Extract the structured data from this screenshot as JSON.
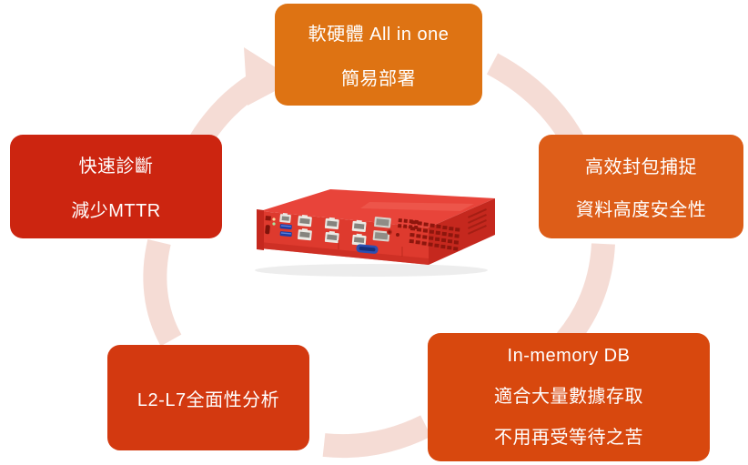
{
  "diagram": {
    "type": "cycle",
    "title": "",
    "colors": {
      "top_box": "#DE7313",
      "left_box": "#CC2510",
      "right_box": "#DD5D18",
      "bottom_right_box": "#D8480E",
      "bottom_left_box": "#D33910",
      "arc": "#F5DCD5",
      "text": "#FFFFFF",
      "background": "#FFFFFF",
      "appliance_body": "#E03A2F",
      "appliance_top": "#E8443A",
      "appliance_shadow": "#B02318"
    },
    "nodes": [
      {
        "id": "top",
        "position": "top",
        "color": "#DE7313",
        "lines": [
          "軟硬體 All in one",
          "簡易部署"
        ]
      },
      {
        "id": "right",
        "position": "right",
        "color": "#DD5D18",
        "lines": [
          "高效封包捕捉",
          "資料高度安全性"
        ]
      },
      {
        "id": "bottom-right",
        "position": "bottom-right",
        "color": "#D8480E",
        "lines": [
          "In-memory DB",
          "適合大量數據存取",
          "不用再受等待之苦"
        ]
      },
      {
        "id": "bottom-left",
        "position": "bottom-left",
        "color": "#D33910",
        "lines": [
          "L2-L7全面性分析"
        ]
      },
      {
        "id": "left",
        "position": "left",
        "color": "#CC2510",
        "lines": [
          "快速診斷",
          "減少MTTR"
        ]
      }
    ],
    "connectors": [
      {
        "id": "arc-left-to-top",
        "from": "left",
        "to": "top",
        "arrowhead": true
      },
      {
        "id": "arc-top-to-right",
        "from": "top",
        "to": "right",
        "arrowhead": false
      },
      {
        "id": "arc-right-to-bottom-right",
        "from": "right",
        "to": "bottom-right",
        "arrowhead": false
      },
      {
        "id": "arc-bottom-right-to-bottom-left",
        "from": "bottom-right",
        "to": "bottom-left",
        "arrowhead": false
      },
      {
        "id": "arc-bottom-left-to-left",
        "from": "bottom-left",
        "to": "left",
        "arrowhead": false
      }
    ],
    "center_image": {
      "name": "network-appliance",
      "description": "red 2U rackmount network appliance"
    }
  },
  "top": {
    "line1": "軟硬體 All in one",
    "line2": "簡易部署"
  },
  "left": {
    "line1": "快速診斷",
    "line2": "減少MTTR"
  },
  "right": {
    "line1": "高效封包捕捉",
    "line2": "資料高度安全性"
  },
  "bottom_right": {
    "line1": "In-memory DB",
    "line2": "適合大量數據存取",
    "line3": "不用再受等待之苦"
  },
  "bottom_left": {
    "line1": "L2-L7全面性分析"
  }
}
